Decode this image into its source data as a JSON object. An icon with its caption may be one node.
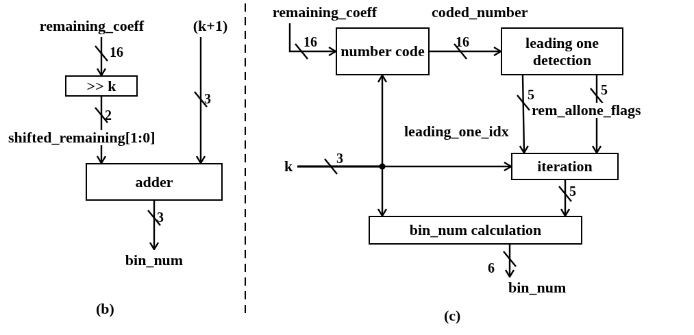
{
  "diagram": {
    "nodes": [
      {
        "text": [
          "remaining_coeff"
        ]
      },
      {
        "text": [
          "(k+1)"
        ]
      },
      {
        "text": [
          ">> k"
        ]
      },
      {
        "text": [
          "adder"
        ]
      },
      {
        "text": [
          "bin_num"
        ]
      },
      {
        "text": [
          "remaining_coeff"
        ]
      },
      {
        "text": [
          "number code"
        ]
      },
      {
        "text": [
          "leading one detection"
        ]
      },
      {
        "text": [
          "k"
        ]
      },
      {
        "text": [
          "iteration"
        ]
      },
      {
        "text": [
          "bin_num calculation"
        ]
      },
      {
        "text": [
          "bin_num"
        ]
      }
    ],
    "edges": [
      {
        "from": 0,
        "to": 2,
        "arrow": "to",
        "label": "16"
      },
      {
        "from": 2,
        "to": 3,
        "arrow": "to",
        "label": "2"
      },
      {
        "from": 1,
        "to": 3,
        "arrow": "to",
        "label": "3"
      },
      {
        "from": 3,
        "to": 4,
        "arrow": "to",
        "label": "3"
      },
      {
        "from": 5,
        "to": 6,
        "arrow": "to",
        "label": "16"
      },
      {
        "from": 6,
        "to": 7,
        "arrow": "to",
        "label": "16"
      },
      {
        "from": 7,
        "to": 9,
        "arrow": "to",
        "label": "5"
      },
      {
        "from": 7,
        "to": 9,
        "arrow": "to",
        "label": "5"
      },
      {
        "from": 8,
        "to": 9,
        "arrow": "to",
        "label": "3"
      },
      {
        "from": 8,
        "to": 6,
        "arrow": "to"
      },
      {
        "from": 8,
        "to": 10,
        "arrow": "to"
      },
      {
        "from": 9,
        "to": 10,
        "arrow": "to",
        "label": "5"
      },
      {
        "from": 10,
        "to": 11,
        "arrow": "to",
        "label": "6"
      }
    ],
    "labels": [
      "shifted_remaining[1:0]",
      "coded_number",
      "rem_allone_flags",
      "leading_one_idx",
      "(b)",
      "(c)"
    ]
  }
}
